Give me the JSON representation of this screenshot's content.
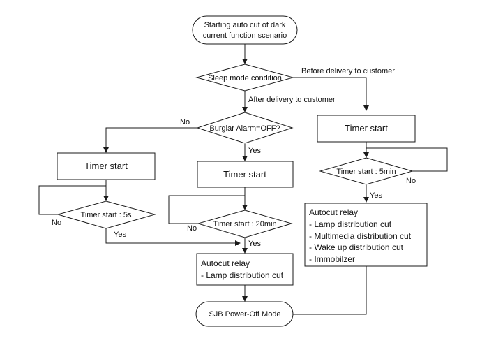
{
  "colors": {
    "line": "#1a1a1a",
    "fill": "#ffffff",
    "text": "#111111"
  },
  "nodes": {
    "start": {
      "line1": "Starting auto cut of dark",
      "line2": "current function scenario"
    },
    "sleep_mode": "Sleep mode condition",
    "burglar_alarm": "Burglar Alarm=OFF?",
    "timer_start_left": "Timer start",
    "timer_start_middle": "Timer start",
    "timer_start_right": "Timer start",
    "timer_check_5s": "Timer start : 5s",
    "timer_check_20min": "Timer start : 20min",
    "timer_check_5min": "Timer start : 5min",
    "autocut_middle": {
      "title": "Autocut relay",
      "items": [
        "- Lamp distribution cut"
      ]
    },
    "autocut_right": {
      "title": "Autocut relay",
      "items": [
        "- Lamp distribution cut",
        "- Multimedia distribution cut",
        "- Wake up distribution cut",
        "- Immobilzer"
      ]
    },
    "end": "SJB Power-Off Mode"
  },
  "edge_labels": {
    "before_delivery": "Before delivery to customer",
    "after_delivery": "After delivery to customer",
    "burglar_no": "No",
    "burglar_yes": "Yes",
    "t5s_no": "No",
    "t5s_yes": "Yes",
    "t20min_no": "No",
    "t20min_yes": "Yes",
    "t5min_no": "No",
    "t5min_yes": "Yes"
  }
}
